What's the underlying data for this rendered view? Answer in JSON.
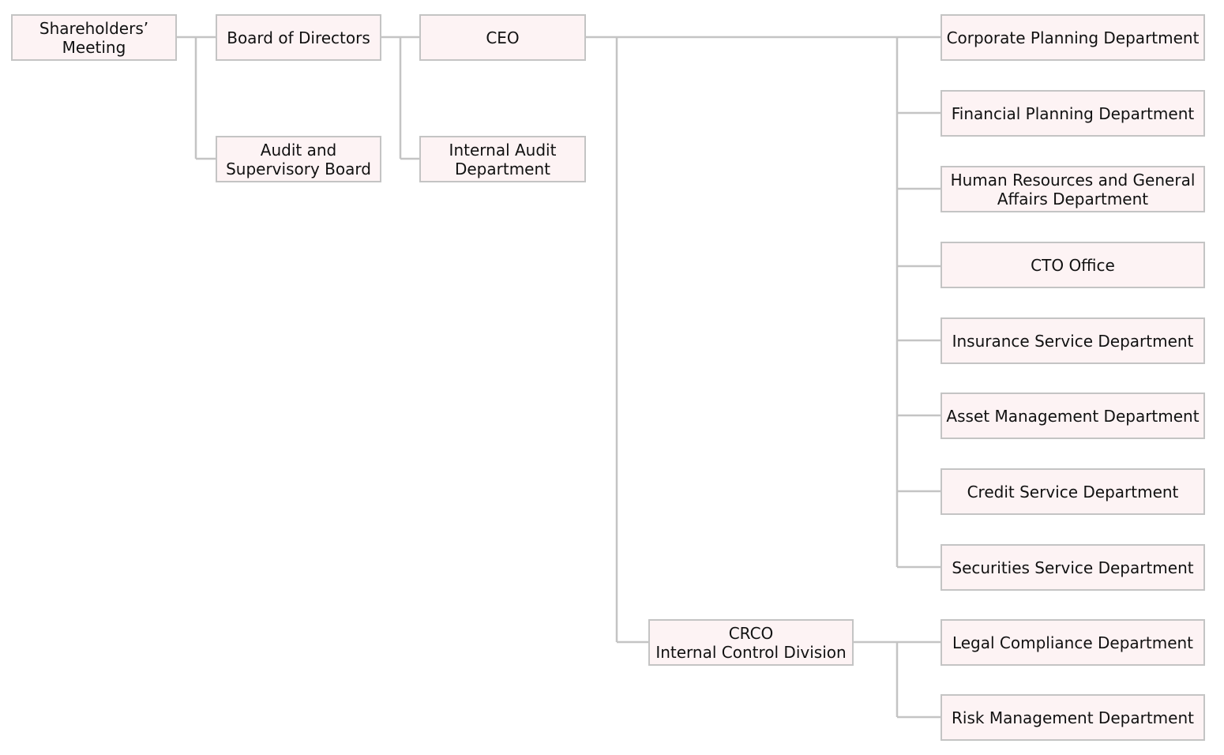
{
  "chart": {
    "top": {
      "shareholders": "Shareholders’\nMeeting",
      "board": "Board of Directors",
      "ceo": "CEO",
      "audit_board": "Audit and\nSupervisory Board",
      "internal_audit": "Internal Audit\nDepartment",
      "crco": "CRCO\nInternal Control Division"
    },
    "departments": [
      "Corporate Planning Department",
      "Financial Planning Department",
      "Human Resources and General\nAffairs Department",
      "CTO Office",
      "Insurance Service Department",
      "Asset Management Department",
      "Credit Service Department",
      "Securities Service Department"
    ],
    "crco_departments": [
      "Legal Compliance Department",
      "Risk Management Department"
    ]
  },
  "colors": {
    "box_fill": "#fdf3f4",
    "border": "#c4c4c4",
    "connector": "#c4c4c4",
    "text": "#111111"
  }
}
